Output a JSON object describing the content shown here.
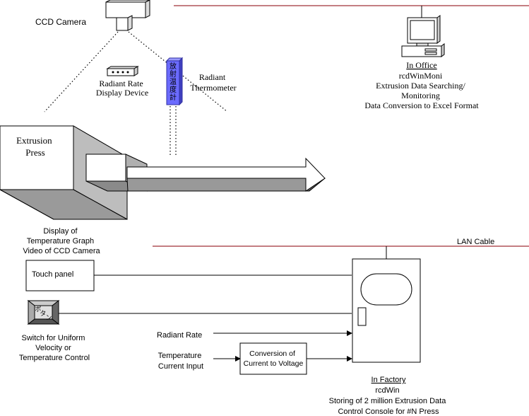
{
  "labels": {
    "ccd_camera": "CCD Camera",
    "radiant_rate_display": [
      "Radiant Rate",
      "Display Device"
    ],
    "radiant_thermometer": [
      "Radiant",
      "Thermometer"
    ],
    "thermometer_kanji": [
      "放",
      "射",
      "温",
      "度",
      "計"
    ],
    "extrusion_press": [
      "Extrusion",
      "Press"
    ],
    "office": {
      "title": "In Office",
      "lines": [
        "rcdWinMoni",
        "Extrusion Data Searching/",
        "Monitoring",
        "Data Conversion to Excel Format"
      ]
    },
    "lan_cable": "LAN Cable",
    "display_of": [
      "Display of",
      "Temperature Graph",
      "Video of CCD Camera"
    ],
    "touch_panel": "Touch panel",
    "switch_kana": [
      "ボ",
      "タ",
      "ン"
    ],
    "switch_caption": [
      "Switch for Uniform",
      "Velocity or",
      "Temperature Control"
    ],
    "radiant_rate": "Radiant Rate",
    "temperature_input": [
      "Temperature",
      "Current Input"
    ],
    "conversion": [
      "Conversion of",
      "Current to Voltage"
    ],
    "factory": {
      "title": "In Factory",
      "lines": [
        "rcdWin",
        "Storing of 2 million Extrusion Data",
        "Control Console for #N Press"
      ]
    }
  },
  "colors": {
    "lan_line": "#a03038",
    "thermometer": "#6b6bff"
  }
}
